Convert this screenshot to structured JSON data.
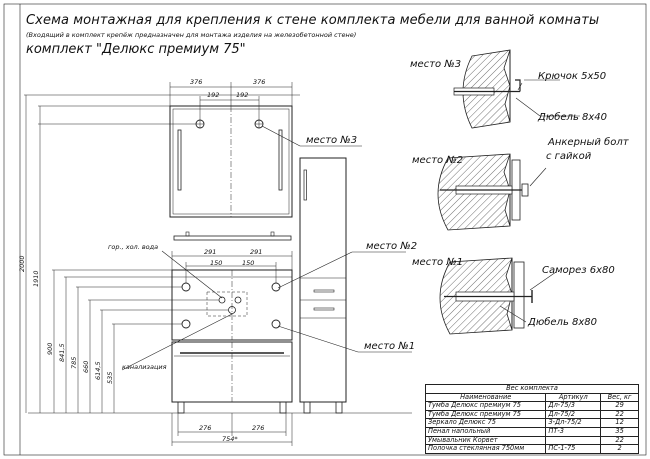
{
  "header": {
    "title": "Схема монтажная для крепления к стене комплекта мебели для ванной комнаты",
    "subtitle": "(Входящий в комплект крепёж предназначен для монтажа изделия на железобетонной стене)",
    "set_name": "комплект \"Делюкс премиум 75\""
  },
  "dims": {
    "top_left": "376",
    "top_right": "376",
    "top_inner_left": "192",
    "top_inner_right": "192",
    "mid_left": "291",
    "mid_right": "291",
    "mid_inner_left": "150",
    "mid_inner_right": "150",
    "bottom_left": "276",
    "bottom_right": "276",
    "bottom_total": "754*",
    "vertical": [
      "2000",
      "1910",
      "900",
      "841,5",
      "785",
      "660",
      "614,5",
      "535"
    ]
  },
  "labels": {
    "water": "гор., хол. вода",
    "sewer": "канализация",
    "place3": "место №3",
    "place2": "место №2",
    "place1": "место №1"
  },
  "details": {
    "d3_title": "место №3",
    "d3_hook": "Крючок 5х50",
    "d3_dowel": "Дюбель 8х40",
    "d2_title": "место №2",
    "d2_bolt_1": "Анкерный болт",
    "d2_bolt_2": "с гайкой",
    "d1_title": "место №1",
    "d1_screw": "Саморез 6х80",
    "d1_dowel": "Дюбель 8х80"
  },
  "spec_table": {
    "caption": "Вес комплекта",
    "headers": [
      "Наименование",
      "Артикул",
      "Вес, кг"
    ],
    "rows": [
      [
        "Тумба Делюкс премиум 75",
        "Дл-75/3",
        "29"
      ],
      [
        "Тумба Делюкс премиум 75",
        "Дл-75/2",
        "22"
      ],
      [
        "Зеркало Делюкс 75",
        "З-Дл-75/2",
        "12"
      ],
      [
        "Пенал напольный",
        "ПТ-3",
        "35"
      ],
      [
        "Умывальник Корвет",
        "",
        "22"
      ],
      [
        "Полочка стеклянная 750мм",
        "ПС-1-75",
        "2"
      ]
    ]
  }
}
